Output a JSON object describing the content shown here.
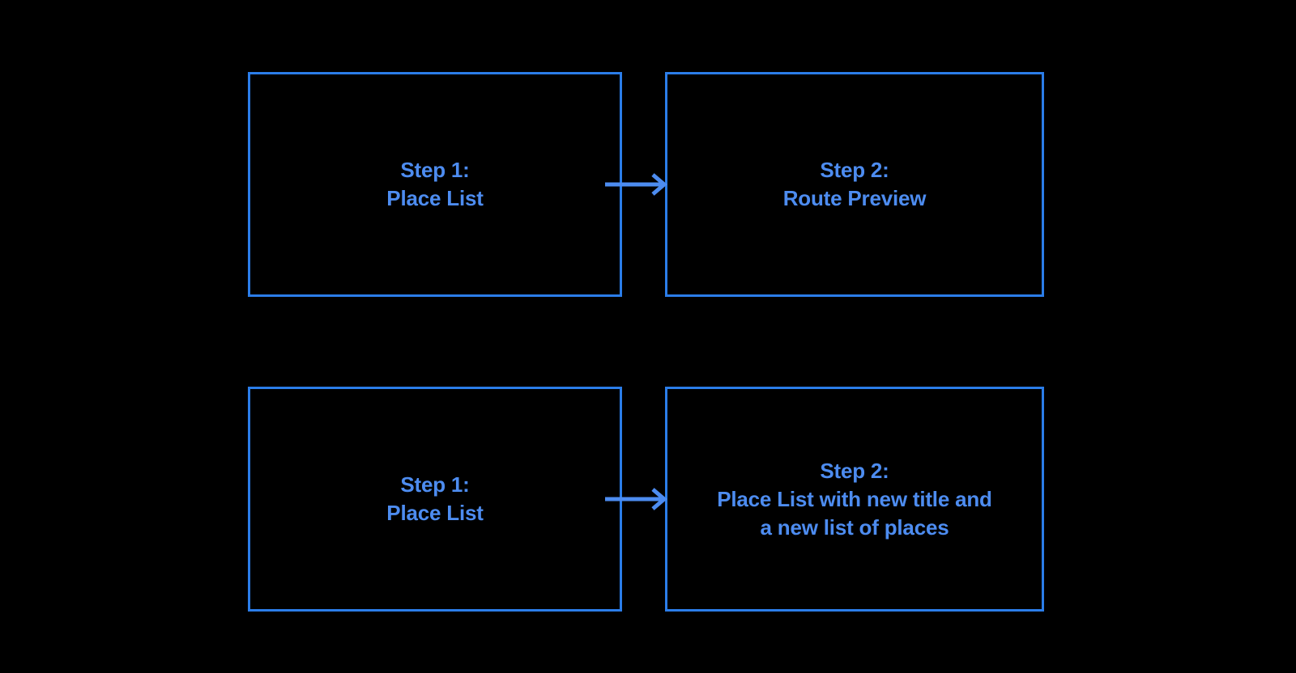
{
  "diagram": {
    "background_color": "#000000",
    "border_color": "#2b7de9",
    "text_color": "#4d8cf0",
    "arrow_color": "#4d8cf0",
    "flows": [
      {
        "name": "route-preview-flow",
        "from": {
          "label": "Step 1:\nPlace List",
          "title": "Step 1:",
          "subtitle": "Place List"
        },
        "connector": {
          "icon": "arrow-right-icon",
          "direction": "right"
        },
        "to": {
          "label": "Step 2:\nRoute Preview",
          "title": "Step 2:",
          "subtitle": "Route Preview"
        }
      },
      {
        "name": "new-place-list-flow",
        "from": {
          "label": "Step 1:\nPlace List",
          "title": "Step 1:",
          "subtitle": "Place List"
        },
        "connector": {
          "icon": "arrow-right-icon",
          "direction": "right"
        },
        "to": {
          "label": "Step 2:\nPlace List with new title and\na new list of places",
          "title": "Step 2:",
          "subtitle": "Place List with new title and a new list of places"
        }
      }
    ]
  }
}
